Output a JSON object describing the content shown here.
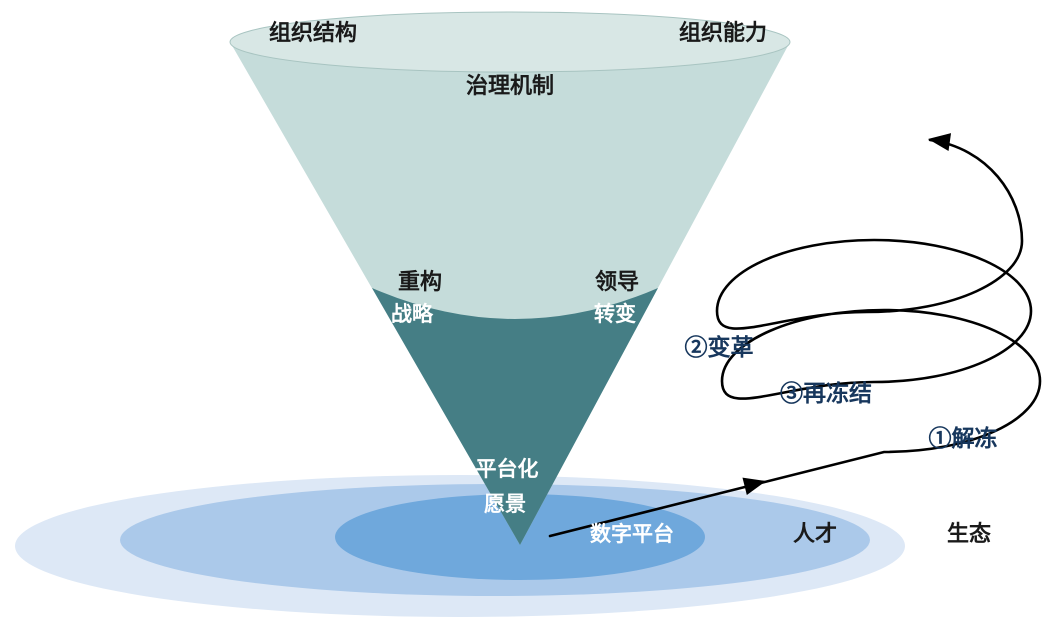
{
  "cone": {
    "labels": {
      "org_structure": "组织结构",
      "org_capability": "组织能力",
      "governance": "治理机制",
      "restructure": "重构",
      "strategy": "战略",
      "leadership": "领导",
      "transformation": "转变",
      "vision_line1": "平台化",
      "vision_line2": "愿景"
    },
    "colors": {
      "rim": "#d8e7e5",
      "upper": "#c5dcda",
      "lower": "#457e85"
    }
  },
  "base": {
    "labels": {
      "digital_platform": "数字平台",
      "talent": "人才",
      "ecosystem": "生态"
    },
    "colors": {
      "outer": "#dde8f6",
      "middle": "#abc9ea",
      "inner": "#6fa8dc"
    }
  },
  "spiral": {
    "labels": {
      "step1": "①解冻",
      "step2": "②变革",
      "step3": "③再冻结"
    },
    "colors": {
      "line": "#000000",
      "text": "#17375d"
    }
  }
}
